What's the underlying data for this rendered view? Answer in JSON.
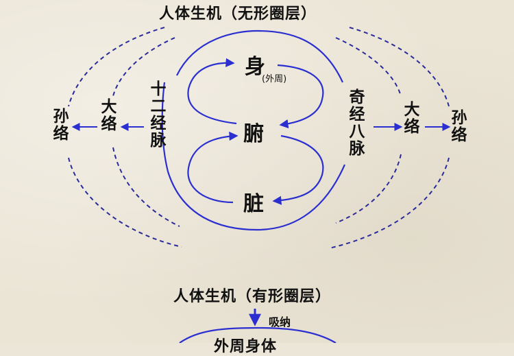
{
  "top_title": "人体生机（无形圈层）",
  "center": {
    "shen": "身",
    "shen_note": "(外周)",
    "fu": "腑",
    "zang": "脏"
  },
  "left": {
    "meridian": "十二经脉",
    "daluo": "大络",
    "sunluo": "孙络"
  },
  "right": {
    "meridian": "奇经八脉",
    "daluo": "大络",
    "sunluo": "孙络"
  },
  "bottom": {
    "title": "人体生机（有形圈层）",
    "arrow_label": "吸纳",
    "partial_text": "外周身体"
  },
  "colors": {
    "arrow": "#2b2fd0",
    "dashed": "#2a2a9a",
    "text": "#111111",
    "background": "#ebe5d6"
  }
}
